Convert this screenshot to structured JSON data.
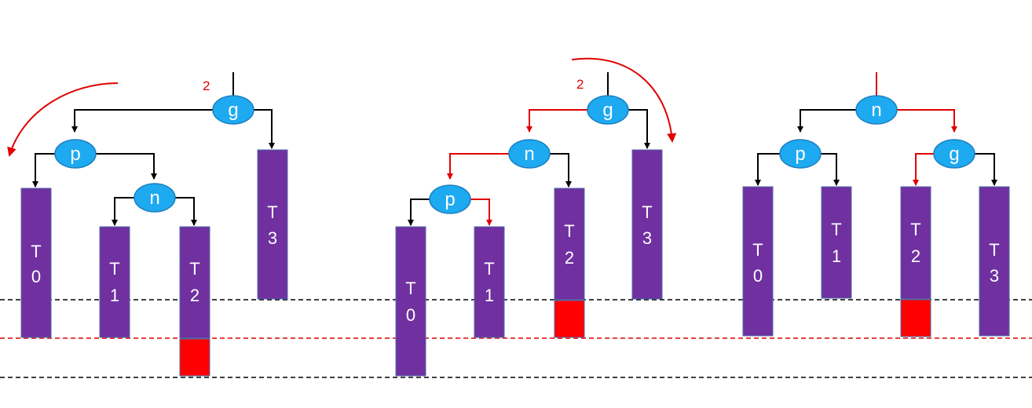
{
  "colors": {
    "node_fill": "#1eaaf1",
    "node_stroke": "#1c7fc0",
    "subtree_fill": "#7030a0",
    "subtree_stroke": "#4f6ea8",
    "highlight_fill": "#ff0000",
    "edge_default": "#000000",
    "edge_highlight": "#e00000",
    "guide_black": "#000000",
    "guide_red": "#e00000"
  },
  "panels": [
    {
      "count_label": "2",
      "nodes": [
        "g",
        "p",
        "n"
      ],
      "subtrees": [
        [
          "T",
          "0"
        ],
        [
          "T",
          "1"
        ],
        [
          "T",
          "2"
        ],
        [
          "T",
          "3"
        ]
      ]
    },
    {
      "count_label": "2",
      "nodes": [
        "g",
        "n",
        "p"
      ],
      "subtrees": [
        [
          "T",
          "0"
        ],
        [
          "T",
          "1"
        ],
        [
          "T",
          "2"
        ],
        [
          "T",
          "3"
        ]
      ]
    },
    {
      "count_label": "",
      "nodes": [
        "n",
        "p",
        "g"
      ],
      "subtrees": [
        [
          "T",
          "0"
        ],
        [
          "T",
          "1"
        ],
        [
          "T",
          "2"
        ],
        [
          "T",
          "3"
        ]
      ]
    }
  ]
}
